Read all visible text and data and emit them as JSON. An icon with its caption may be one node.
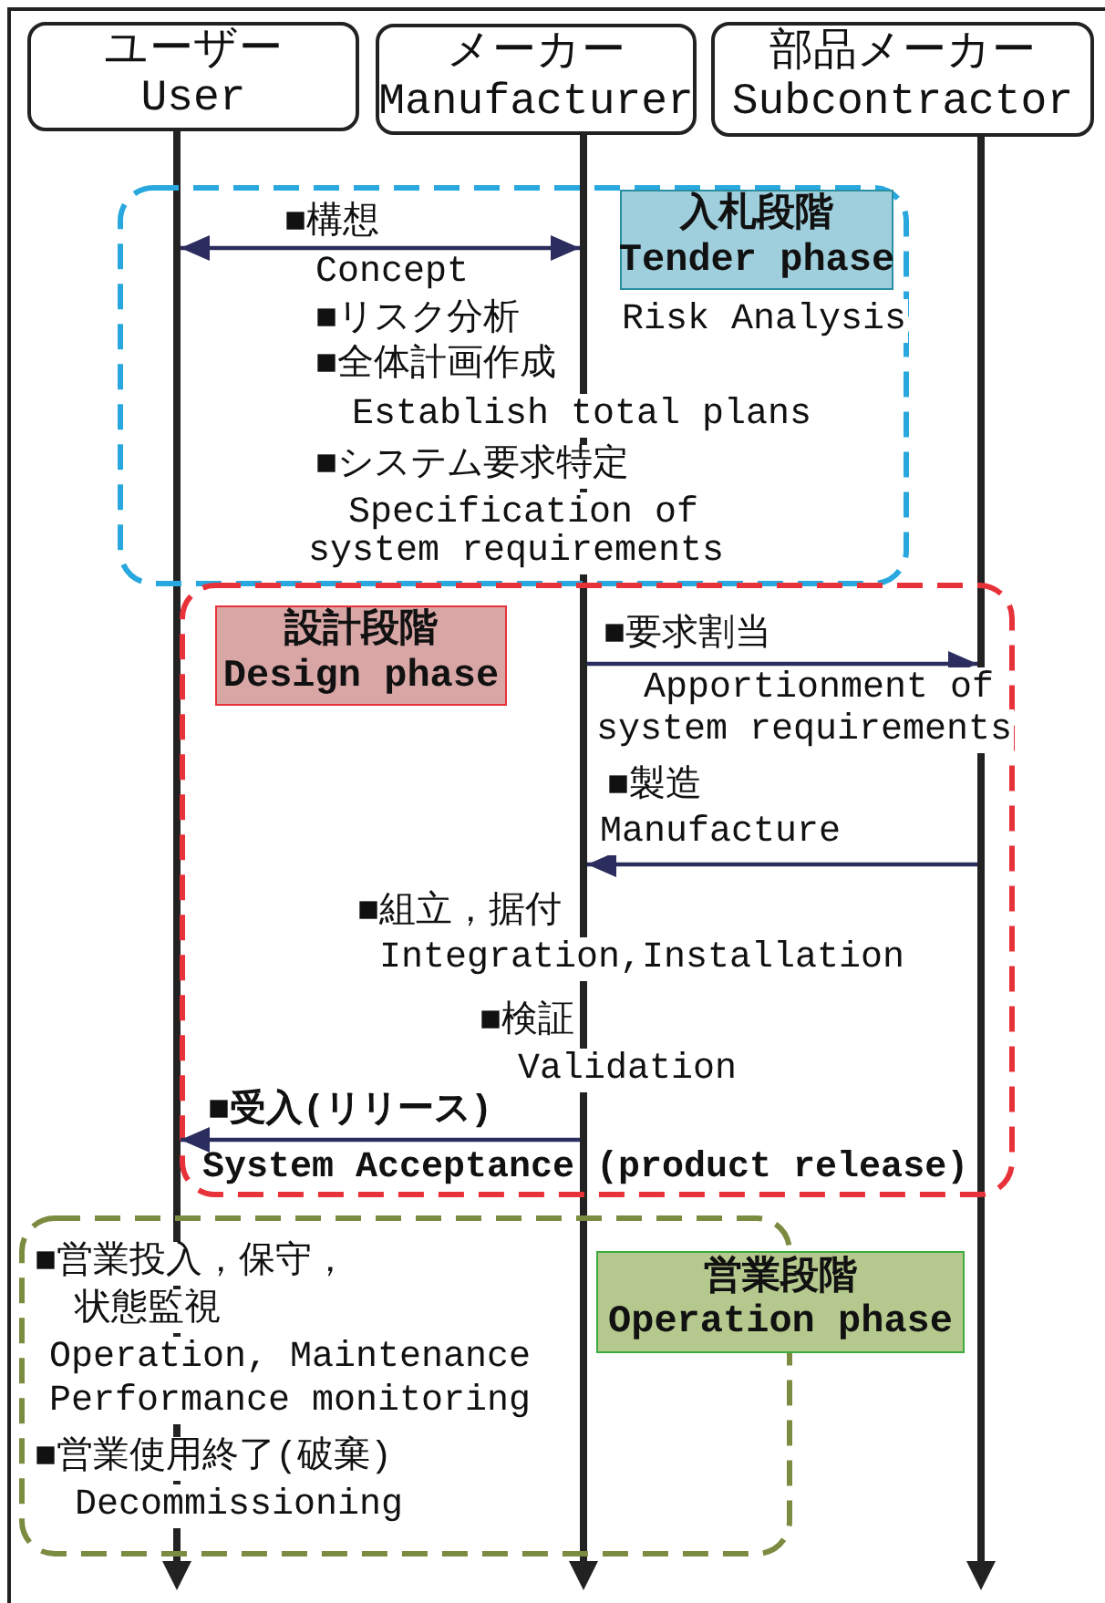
{
  "diagram": {
    "nodes": [
      {
        "text": [
          "ユーザー",
          "User"
        ]
      },
      {
        "text": [
          "メーカー",
          "Manufacturer"
        ]
      },
      {
        "text": [
          "部品メーカー",
          "Subcontractor"
        ]
      },
      {
        "text": [
          "入札段階",
          "Tender phase"
        ]
      },
      {
        "text": [
          "設計段階",
          "Design phase"
        ]
      },
      {
        "text": [
          "営業段階",
          "Operation phase"
        ]
      },
      {
        "text": [],
        "shape": "bar"
      },
      {
        "text": [],
        "shape": "bar"
      },
      {
        "text": [],
        "shape": "bar"
      }
    ],
    "edges": [
      {
        "from": 6,
        "to": 7,
        "arrow": "both",
        "label": "■構想"
      },
      {
        "from": 7,
        "to": 8,
        "arrow": "to",
        "label": "■要求割当"
      },
      {
        "from": 8,
        "to": 7,
        "arrow": "to",
        "label": "■製造"
      },
      {
        "from": 7,
        "to": 6,
        "arrow": "to",
        "label": "■受入(リリース)"
      }
    ],
    "labels": [
      "Concept",
      "■リスク分析",
      "Risk Analysis",
      "■全体計画作成",
      "Establish total plans",
      "■システム要求特定",
      "Specification of",
      "system requirements",
      "Apportionment of",
      "system requirements",
      "Manufacture",
      "■組立，据付",
      "Integration,Installation",
      "■検証",
      "Validation",
      "System Acceptance (product release)",
      "■営業投入，保守，",
      "状態監視",
      "Operation, Maintenance",
      "Performance monitoring",
      "■営業使用終了(破棄)",
      "Decommissioning"
    ]
  }
}
